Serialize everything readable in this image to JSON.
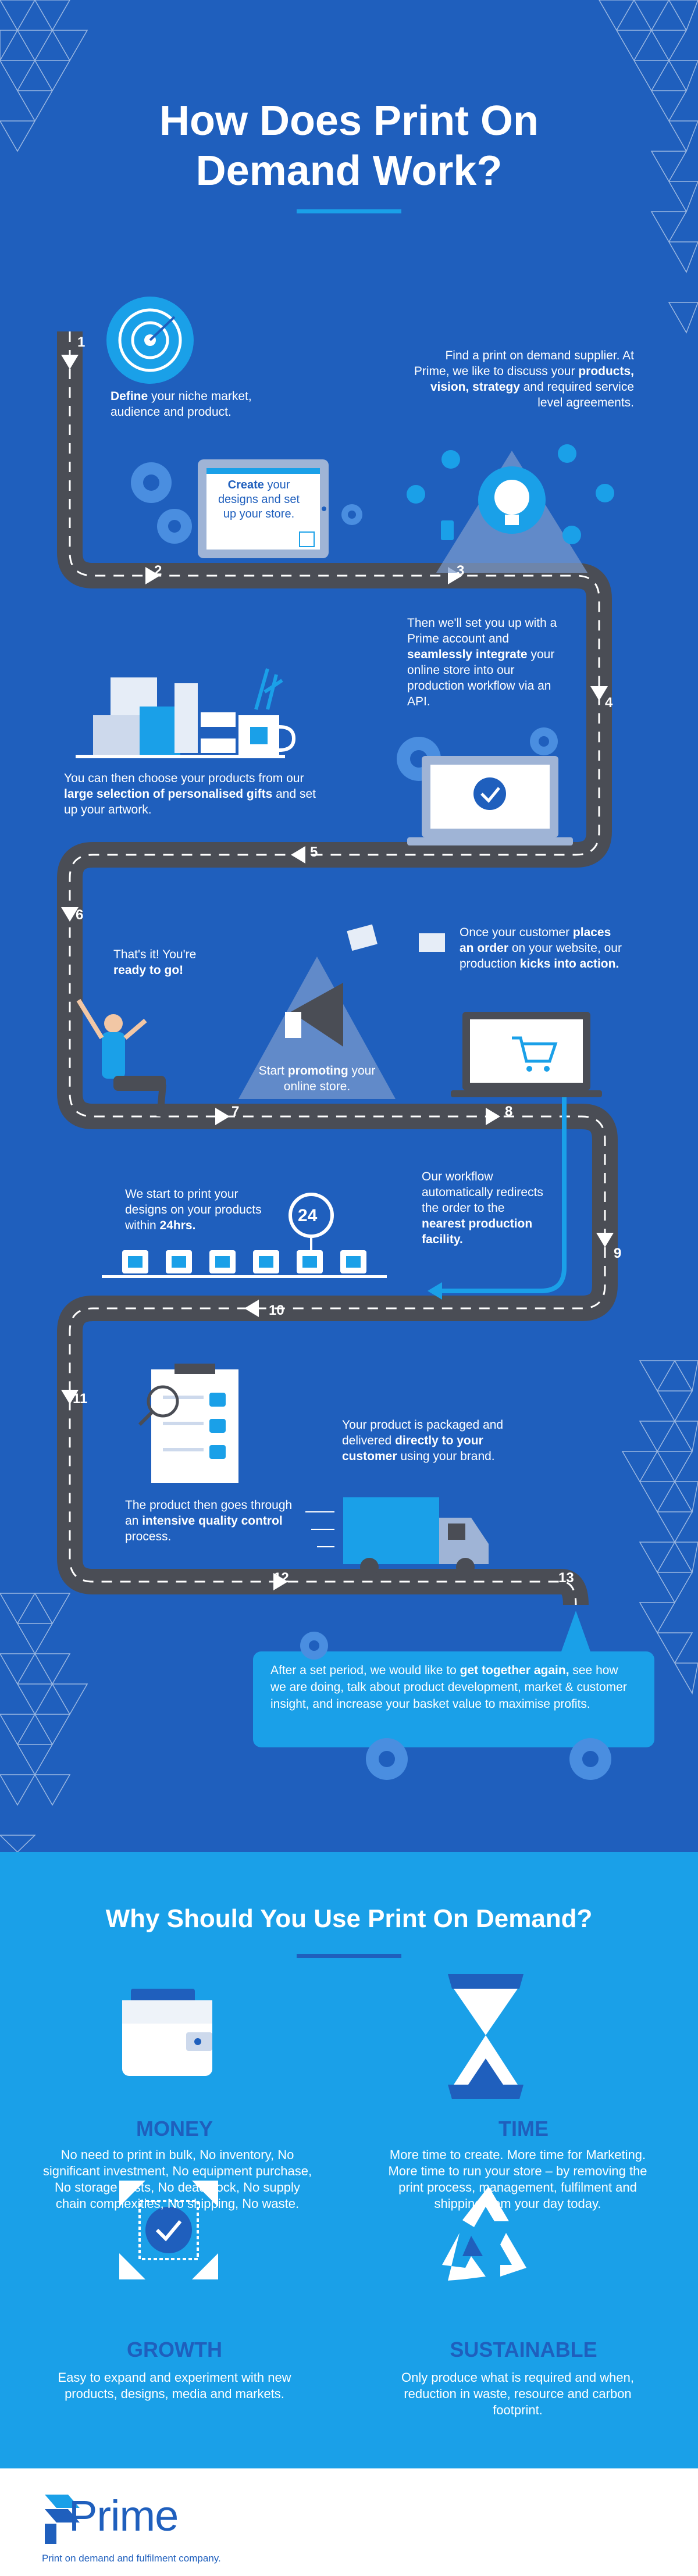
{
  "header": {
    "title_line1": "How Does Print On",
    "title_line2": "Demand Work?"
  },
  "steps": {
    "s1_pre": "",
    "s1_bold": "Define",
    "s1_post": " your niche market, audience and product.",
    "s2_bold": "Create",
    "s2_post": " your designs and set up your store.",
    "s3_line1": "Find a print on demand supplier. At Prime, we like to discuss your ",
    "s3_bold": "products, vision, strategy",
    "s3_post": " and required service level agreements.",
    "s4_pre": "Then we'll set you up with a Prime account and ",
    "s4_bold": "seamlessly integrate",
    "s4_post": " your online store into our production workflow via an API.",
    "s5_pre": "You can then choose your products from our ",
    "s5_bold": "large selection of personalised gifts",
    "s5_post": " and set up your artwork.",
    "s6_pre": "That's it! You're ",
    "s6_bold": "ready to go!",
    "s7_pre": "Start ",
    "s7_bold": "promoting",
    "s7_post": " your online store.",
    "s8_pre": "Once your customer ",
    "s8_bold1": "places an order",
    "s8_mid": " on your website, our production ",
    "s8_bold2": "kicks into action.",
    "s9_pre": "Our workflow automatically redirects the order to the ",
    "s9_bold": "nearest production facility.",
    "s10_pre": "We start to print your designs on your products within ",
    "s10_bold": "24hrs.",
    "s11_pre": "The product then goes through an ",
    "s11_bold": "intensive quality control",
    "s11_post": " process.",
    "s12_pre": "Your product is packaged and delivered ",
    "s12_bold": "directly to your customer",
    "s12_post": " using your brand.",
    "s13_pre": "After a set period, we would like to ",
    "s13_bold": "get together again,",
    "s13_post": " see how we are doing, talk about product development, market & customer insight, and increase your basket value to maximise profits.",
    "timer": "24"
  },
  "numbers": [
    "1",
    "2",
    "3",
    "4",
    "5",
    "6",
    "7",
    "8",
    "9",
    "10",
    "11",
    "12",
    "13"
  ],
  "why": {
    "title": "Why Should You Use Print On Demand?",
    "money_head": "MONEY",
    "money_text": "No need to print in bulk, No inventory, No significant investment, No equipment purchase, No storage costs, No deadstock, No supply chain complexities, No shipping, No waste.",
    "time_head": "TIME",
    "time_text": "More time to create. More time for Marketing. More time to run your store – by removing the print process, management, fulfilment and shipping from your day today.",
    "growth_head": "GROWTH",
    "growth_text": "Easy to expand and experiment with new products, designs, media and markets.",
    "sust_head": "SUSTAINABLE",
    "sust_text": "Only produce what is required and when, reduction in waste, resource and carbon footprint."
  },
  "footer": {
    "brand": "Prime",
    "tagline": "Print on demand and fulfilment company."
  },
  "colors": {
    "dark_blue": "#1f5fbd",
    "light_blue": "#1aa0e8",
    "road": "#4a4d55",
    "white": "#ffffff"
  }
}
